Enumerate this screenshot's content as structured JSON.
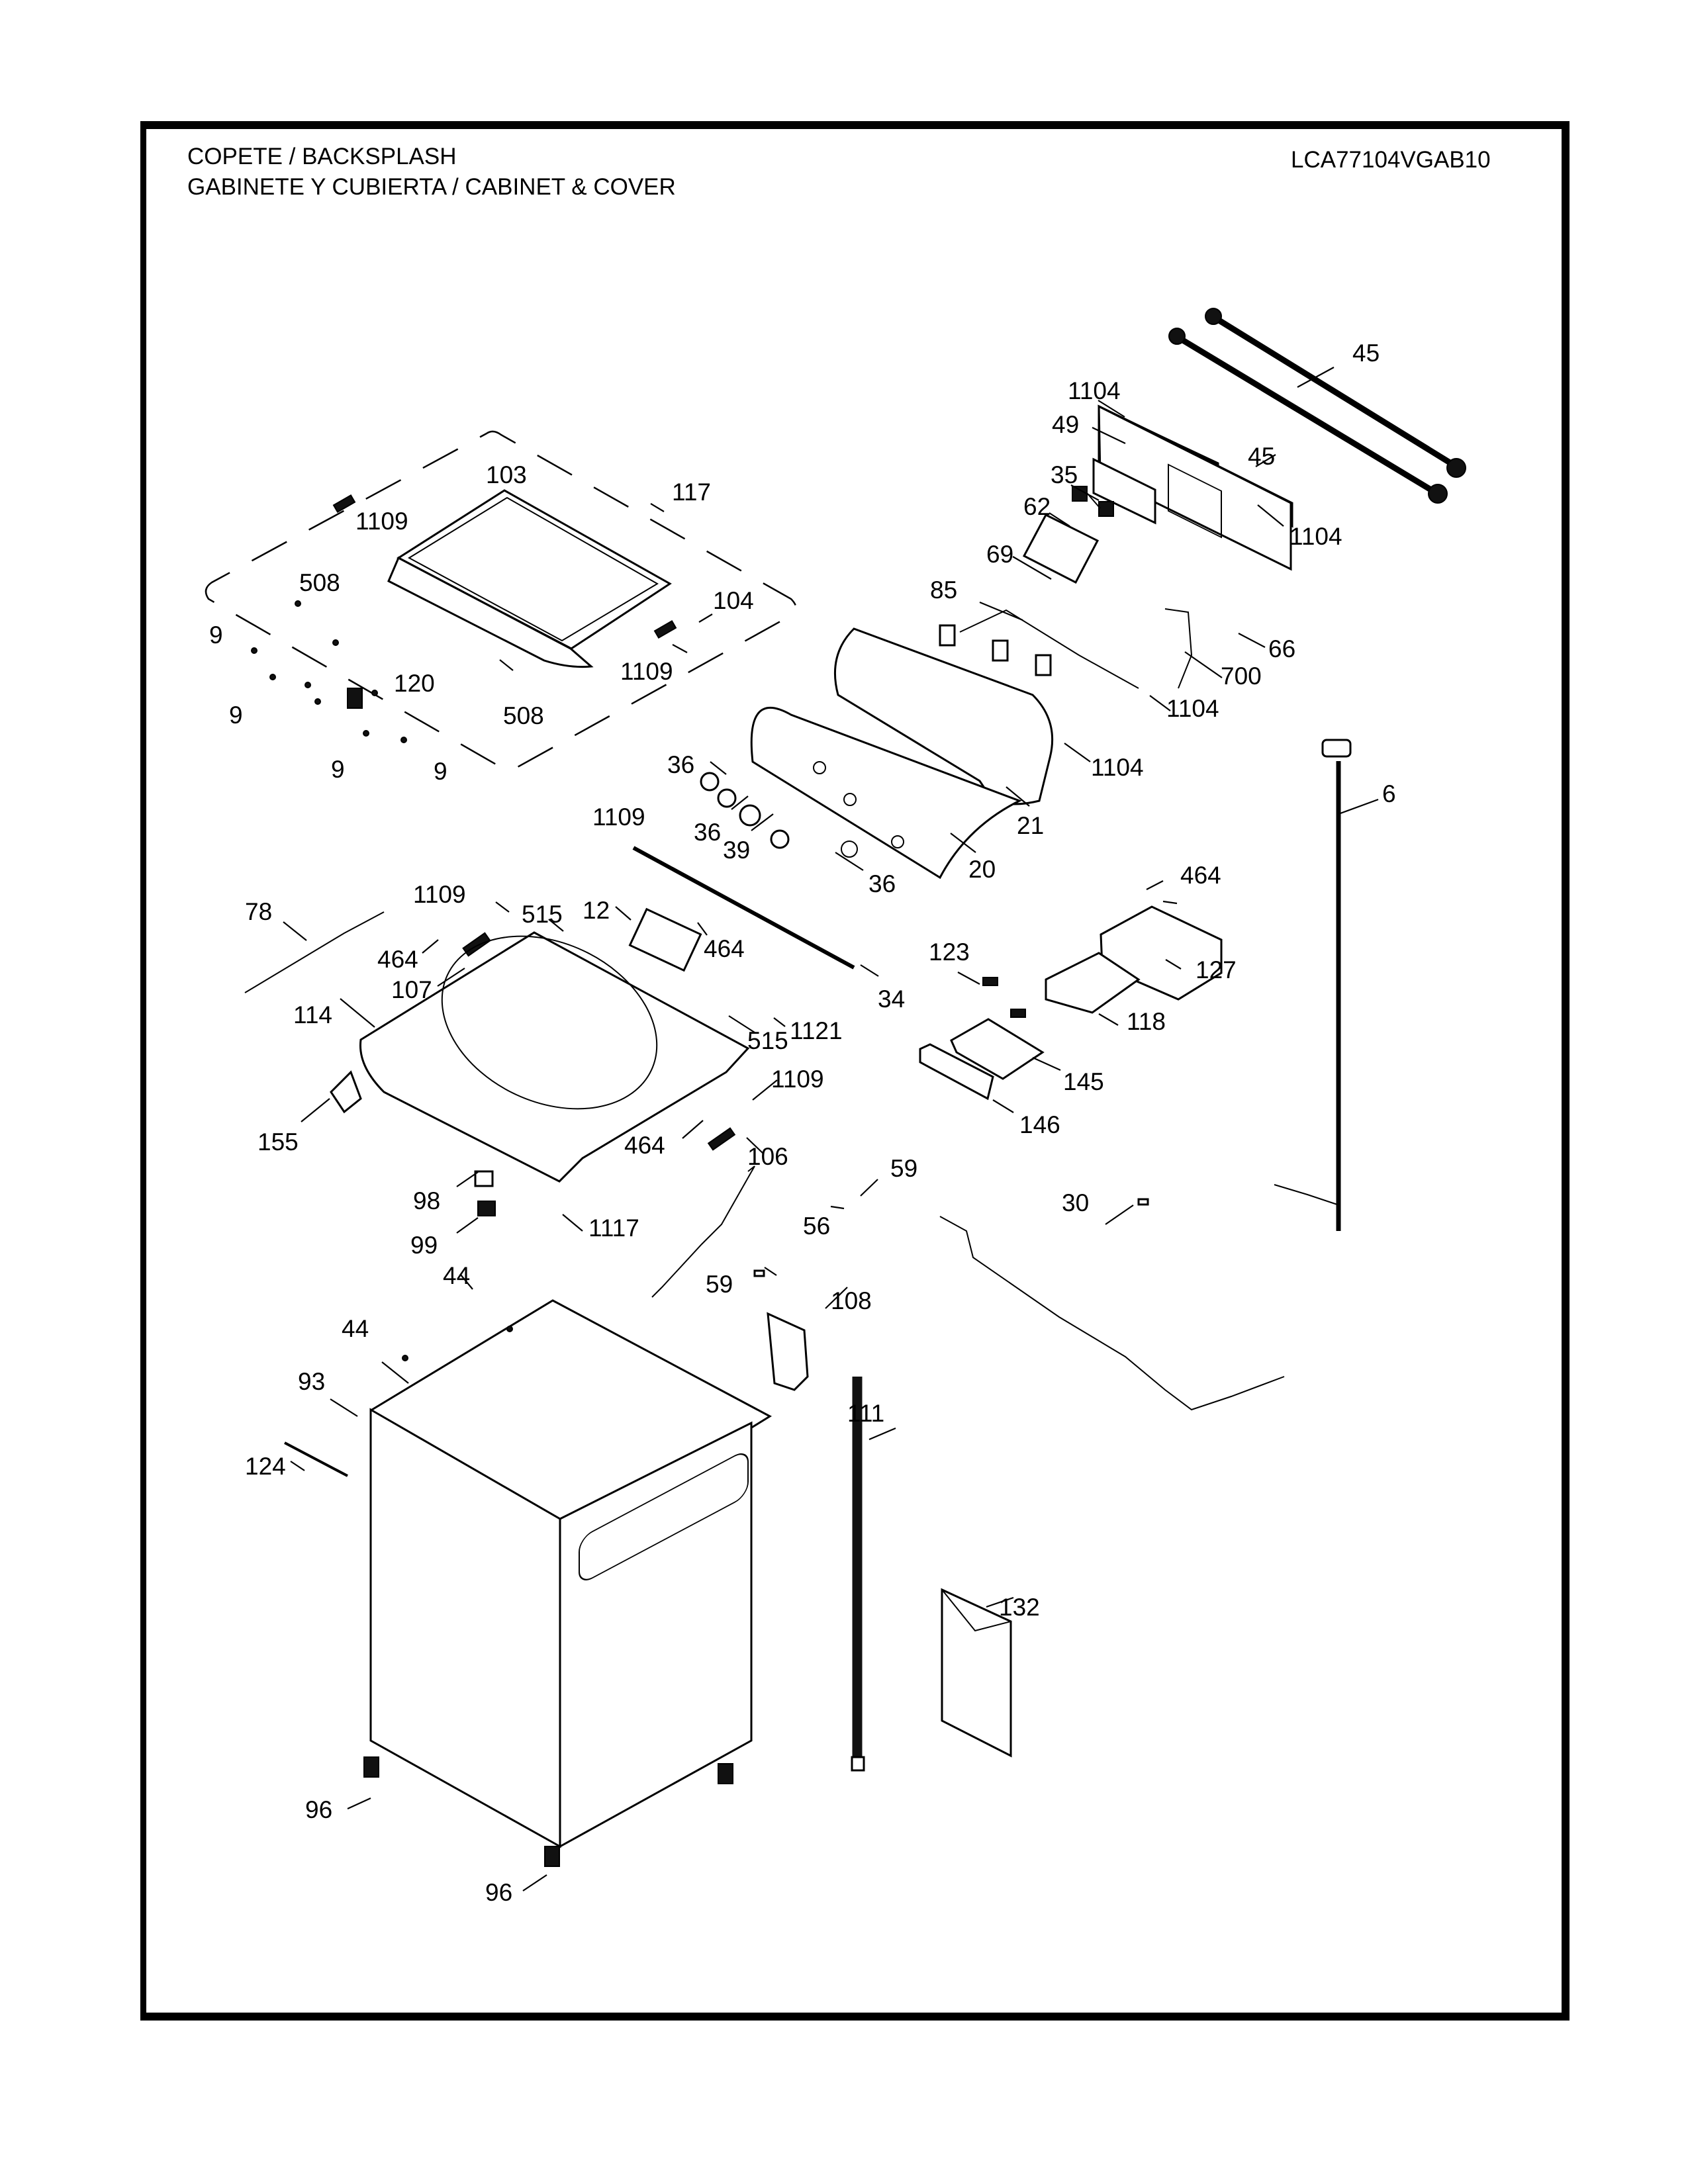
{
  "header": {
    "title_line1": "COPETE / BACKSPLASH",
    "title_line2": "GABINETE Y CUBIERTA / CABINET & COVER",
    "model_number": "LCA77104VGAB10"
  },
  "callouts": [
    {
      "id": "c45a",
      "label": "45",
      "part": "inlet-hose"
    },
    {
      "id": "c45b",
      "label": "45",
      "part": "inlet-hose"
    },
    {
      "id": "c1104a",
      "label": "1104",
      "part": "screw"
    },
    {
      "id": "c49",
      "label": "49",
      "part": "rear-cover-panel"
    },
    {
      "id": "c1104b",
      "label": "1104",
      "part": "screw"
    },
    {
      "id": "c35",
      "label": "35",
      "part": "panel-insert"
    },
    {
      "id": "c62",
      "label": "62",
      "part": "switch-assembly"
    },
    {
      "id": "c69",
      "label": "69",
      "part": "main-pcb"
    },
    {
      "id": "c85",
      "label": "85",
      "part": "harness-sensors"
    },
    {
      "id": "c66",
      "label": "66",
      "part": "wire-harness"
    },
    {
      "id": "c700",
      "label": "700",
      "part": "screw"
    },
    {
      "id": "c1104c",
      "label": "1104",
      "part": "screw"
    },
    {
      "id": "c1104d",
      "label": "1104",
      "part": "screw"
    },
    {
      "id": "c21",
      "label": "21",
      "part": "backsplash-housing"
    },
    {
      "id": "c20",
      "label": "20",
      "part": "control-panel-trim"
    },
    {
      "id": "c36a",
      "label": "36",
      "part": "knob"
    },
    {
      "id": "c36b",
      "label": "36",
      "part": "knob"
    },
    {
      "id": "c39",
      "label": "39",
      "part": "knob-center"
    },
    {
      "id": "c36c",
      "label": "36",
      "part": "knob"
    },
    {
      "id": "c117",
      "label": "117",
      "part": "lid-assembly"
    },
    {
      "id": "c103",
      "label": "103",
      "part": "hinge-left"
    },
    {
      "id": "c1109a",
      "label": "1109",
      "part": "screw"
    },
    {
      "id": "c508a",
      "label": "508",
      "part": "damper"
    },
    {
      "id": "c104",
      "label": "104",
      "part": "hinge-right"
    },
    {
      "id": "c1109b",
      "label": "1109",
      "part": "screw"
    },
    {
      "id": "c9a",
      "label": "9",
      "part": "bumper"
    },
    {
      "id": "c9b",
      "label": "9",
      "part": "bumper"
    },
    {
      "id": "c120",
      "label": "120",
      "part": "lid-lock"
    },
    {
      "id": "c508b",
      "label": "508",
      "part": "damper"
    },
    {
      "id": "c9c",
      "label": "9",
      "part": "bumper"
    },
    {
      "id": "c9d",
      "label": "9",
      "part": "bumper"
    },
    {
      "id": "c1109c",
      "label": "1109",
      "part": "screw"
    },
    {
      "id": "c34",
      "label": "34",
      "part": "trim-strip"
    },
    {
      "id": "c78",
      "label": "78",
      "part": "harness"
    },
    {
      "id": "c1109d",
      "label": "1109",
      "part": "screw"
    },
    {
      "id": "c515a",
      "label": "515",
      "part": "screw"
    },
    {
      "id": "c12",
      "label": "12",
      "part": "water-valve"
    },
    {
      "id": "c464a",
      "label": "464",
      "part": "screw"
    },
    {
      "id": "c464b",
      "label": "464",
      "part": "screw"
    },
    {
      "id": "c107",
      "label": "107",
      "part": "switch"
    },
    {
      "id": "c114",
      "label": "114",
      "part": "top-cover"
    },
    {
      "id": "c515b",
      "label": "515",
      "part": "screw"
    },
    {
      "id": "c1121",
      "label": "1121",
      "part": "screw"
    },
    {
      "id": "c1109e",
      "label": "1109",
      "part": "screw"
    },
    {
      "id": "c155",
      "label": "155",
      "part": "handle"
    },
    {
      "id": "c464c",
      "label": "464",
      "part": "screw"
    },
    {
      "id": "c106",
      "label": "106",
      "part": "switch"
    },
    {
      "id": "c464d",
      "label": "464",
      "part": "screw"
    },
    {
      "id": "c127",
      "label": "127",
      "part": "dispenser-housing"
    },
    {
      "id": "c123",
      "label": "123",
      "part": "cap"
    },
    {
      "id": "c118",
      "label": "118",
      "part": "dispenser-tray"
    },
    {
      "id": "c145",
      "label": "145",
      "part": "dispenser-drawer"
    },
    {
      "id": "c146",
      "label": "146",
      "part": "drawer-panel"
    },
    {
      "id": "c6",
      "label": "6",
      "part": "power-cord"
    },
    {
      "id": "c98",
      "label": "98",
      "part": "bracket"
    },
    {
      "id": "c99",
      "label": "99",
      "part": "connector"
    },
    {
      "id": "c1117",
      "label": "1117",
      "part": "screw"
    },
    {
      "id": "c59a",
      "label": "59",
      "part": "clip"
    },
    {
      "id": "c56",
      "label": "56",
      "part": "harness"
    },
    {
      "id": "c59b",
      "label": "59",
      "part": "clip"
    },
    {
      "id": "c30",
      "label": "30",
      "part": "main-harness"
    },
    {
      "id": "c44a",
      "label": "44",
      "part": "screw"
    },
    {
      "id": "c44b",
      "label": "44",
      "part": "screw"
    },
    {
      "id": "c108",
      "label": "108",
      "part": "bracket"
    },
    {
      "id": "c93",
      "label": "93",
      "part": "cabinet"
    },
    {
      "id": "c111",
      "label": "111",
      "part": "drain-hose"
    },
    {
      "id": "c124",
      "label": "124",
      "part": "rail"
    },
    {
      "id": "c132",
      "label": "132",
      "part": "manual"
    },
    {
      "id": "c96a",
      "label": "96",
      "part": "leveling-leg"
    },
    {
      "id": "c96b",
      "label": "96",
      "part": "leveling-leg"
    }
  ]
}
